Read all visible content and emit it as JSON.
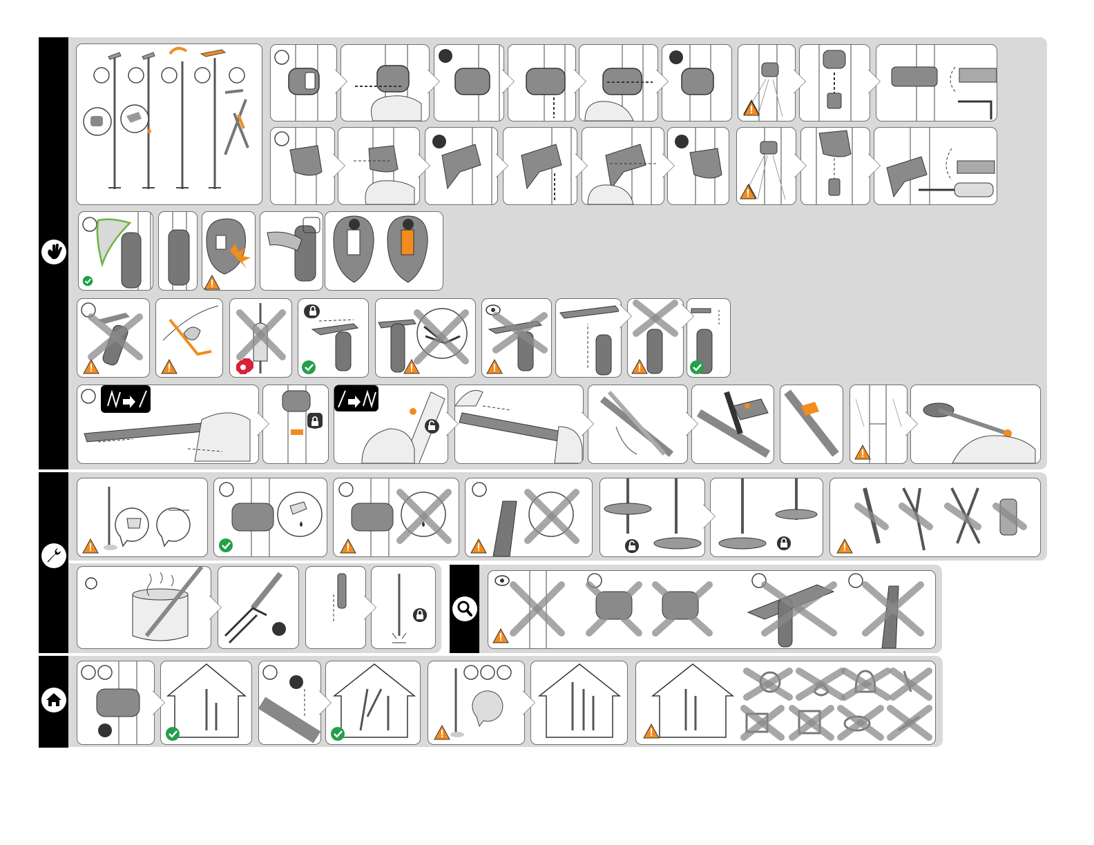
{
  "sections": [
    {
      "id": "handling",
      "icon": "hand-icon"
    },
    {
      "id": "maintenance",
      "icon": "wrench-icon"
    },
    {
      "id": "inspection",
      "icon": "magnifier-icon"
    },
    {
      "id": "storage",
      "icon": "house-icon"
    }
  ],
  "badges": {
    "pole_to_axe": "pole-to-axe-symbol",
    "axe_to_pole": "axe-to-pole-symbol"
  },
  "colors": {
    "accent": "#f28c1e",
    "ok": "#22a04a",
    "danger": "#d9213a",
    "band": "#d9d9d9",
    "ink": "#333333",
    "sidebar": "#000000"
  }
}
